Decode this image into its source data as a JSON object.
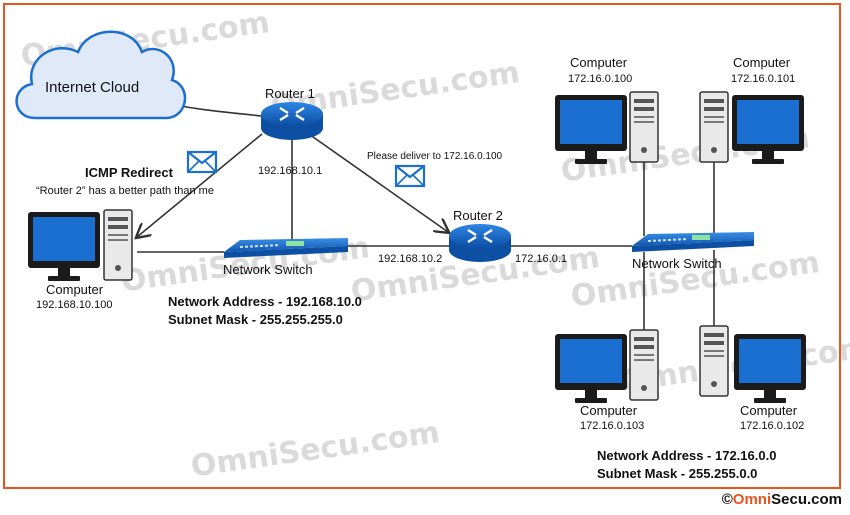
{
  "watermark": "OmniSecu.com",
  "cloud": {
    "label": "Internet Cloud"
  },
  "router1": {
    "label": "Router 1",
    "ip": "192.168.10.1"
  },
  "router2": {
    "label": "Router 2",
    "ip_left": "192.168.10.2",
    "ip_right": "172.16.0.1"
  },
  "switch_left": {
    "label": "Network Switch"
  },
  "switch_right": {
    "label": "Network Switch"
  },
  "computer_left": {
    "label": "Computer",
    "ip": "192.168.10.100"
  },
  "computers_right": [
    {
      "label": "Computer",
      "ip": "172.16.0.100"
    },
    {
      "label": "Computer",
      "ip": "172.16.0.101"
    },
    {
      "label": "Computer",
      "ip": "172.16.0.103"
    },
    {
      "label": "Computer",
      "ip": "172.16.0.102"
    }
  ],
  "icmp": {
    "title": "ICMP Redirect",
    "message": "“Router 2” has a better path than me"
  },
  "deliver_note": "Please deliver to 172.16.0.100",
  "left_network": {
    "address": "Network Address - 192.168.10.0",
    "mask": "Subnet Mask - 255.255.255.0"
  },
  "right_network": {
    "address": "Network Address - 172.16.0.0",
    "mask": "Subnet Mask - 255.255.0.0"
  },
  "footer": {
    "symbol": "©",
    "brand_prefix": "Omni",
    "brand_suffix": "Secu.com"
  },
  "colors": {
    "frame": "#e8541e",
    "device_blue": "#1a6fd1",
    "line": "#333333",
    "envelope": "#1a6fd1"
  }
}
